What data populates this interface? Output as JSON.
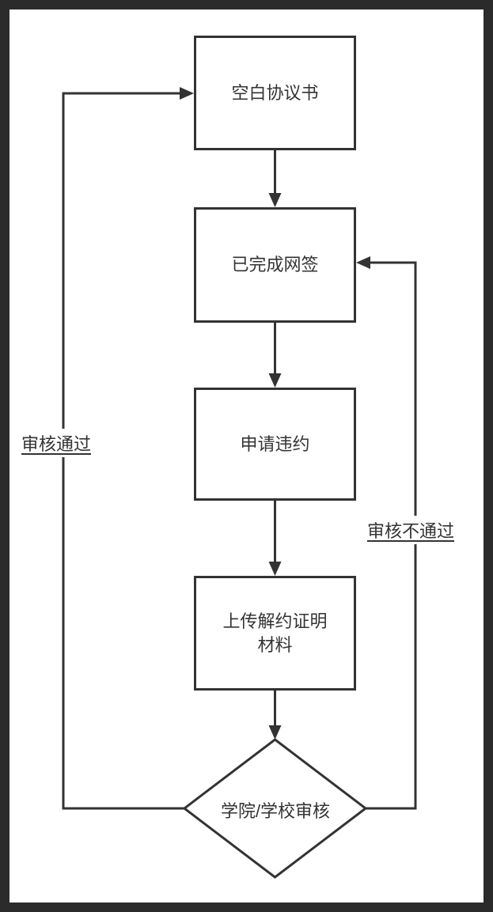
{
  "colors": {
    "line": "#333333",
    "frame": "#2b2b2b",
    "node_fill": "#ffffff",
    "canvas_background": "#ffffff",
    "text": "#333333"
  },
  "diagram": {
    "type": "flowchart",
    "nodes": {
      "blank_agreement": {
        "shape": "rectangle",
        "label": "空白协议书"
      },
      "completed_online_signing": {
        "shape": "rectangle",
        "label": "已完成网签"
      },
      "apply_for_breach": {
        "shape": "rectangle",
        "label": "申请违约"
      },
      "upload_proof": {
        "shape": "rectangle",
        "label_line1": "上传解约证明",
        "label_line2": "材料"
      },
      "school_review": {
        "shape": "diamond",
        "label": "学院/学校审核"
      }
    },
    "edges": {
      "blank_to_signed": {
        "from": "blank_agreement",
        "to": "completed_online_signing",
        "label": ""
      },
      "signed_to_breach": {
        "from": "completed_online_signing",
        "to": "apply_for_breach",
        "label": ""
      },
      "breach_to_upload": {
        "from": "apply_for_breach",
        "to": "upload_proof",
        "label": ""
      },
      "upload_to_review": {
        "from": "upload_proof",
        "to": "school_review",
        "label": ""
      },
      "approved": {
        "from": "school_review",
        "to": "blank_agreement",
        "label": "审核通过"
      },
      "rejected": {
        "from": "school_review",
        "to": "completed_online_signing",
        "label": "审核不通过"
      }
    }
  }
}
